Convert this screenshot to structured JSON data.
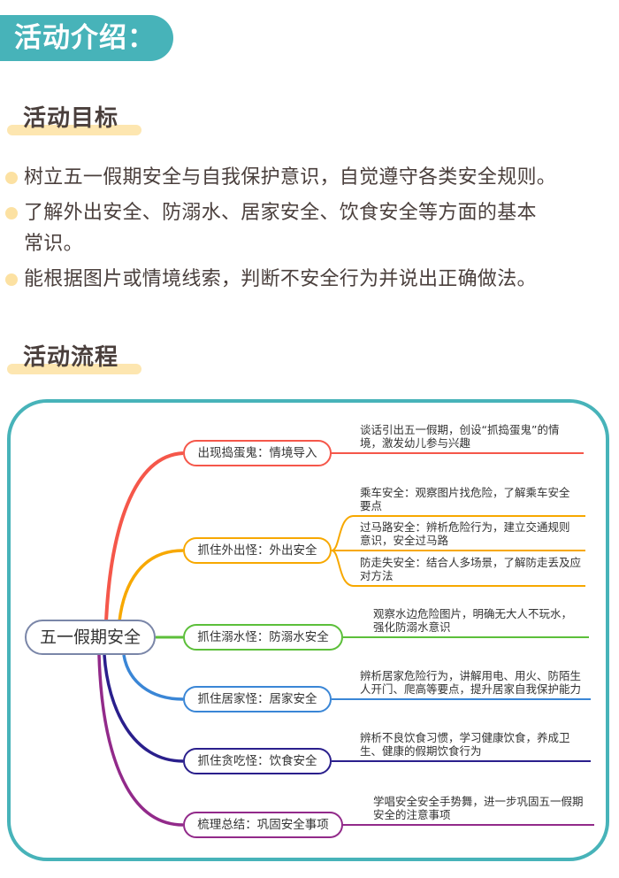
{
  "header": {
    "title": "活动介绍："
  },
  "goals_section": {
    "heading": "活动目标",
    "items": [
      {
        "line1": "树立五一假期安全与自我保护意识，自觉遵守各类安全规则。"
      },
      {
        "line1": "了解外出安全、防溺水、居家安全、饮食安全等方面的基本",
        "line2": "常识。"
      },
      {
        "line1": "能根据图片或情境线索，判断不安全行为并说出正确做法。"
      }
    ]
  },
  "process_section": {
    "heading": "活动流程"
  },
  "mindmap": {
    "root": "五一假期安全",
    "frame_color": "#47b3b9",
    "branches": [
      {
        "label": "出现捣蛋鬼：情境导入",
        "color": "#f5574a",
        "details": [
          {
            "l1": "谈话引出五一假期，创设“抓捣蛋鬼”的情",
            "l2": "境，激发幼儿参与兴趣"
          }
        ]
      },
      {
        "label": "抓住外出怪：外出安全",
        "color": "#f7a800",
        "details": [
          {
            "l1": "乘车安全：观察图片找危险，了解乘车安全",
            "l2": "要点"
          },
          {
            "l1": "过马路安全：辨析危险行为，建立交通规则",
            "l2": "意识，安全过马路"
          },
          {
            "l1": "防走失安全：结合人多场景，了解防走丢及应",
            "l2": "对方法"
          }
        ]
      },
      {
        "label": "抓住溺水怪：防溺水安全",
        "color": "#5cbf3a",
        "details": [
          {
            "l1": "观察水边危险图片，明确无大人不玩水，",
            "l2": "强化防溺水意识"
          }
        ]
      },
      {
        "label": "抓住居家怪：居家安全",
        "color": "#3a86d6",
        "details": [
          {
            "l1": "辨析居家危险行为，讲解用电、用火、防陌生",
            "l2": "人开门、爬高等要点，提升居家自我保护能力"
          }
        ]
      },
      {
        "label": "抓住贪吃怪：饮食安全",
        "color": "#2a1f8c",
        "details": [
          {
            "l1": "辨析不良饮食习惯，学习健康饮食，养成卫",
            "l2": "生、健康的假期饮食行为"
          }
        ]
      },
      {
        "label": "梳理总结：巩固安全事项",
        "color": "#922a8a",
        "details": [
          {
            "l1": "学唱安全安全手势舞，进一步巩固五一假期",
            "l2": "安全的注意事项"
          }
        ]
      }
    ]
  }
}
